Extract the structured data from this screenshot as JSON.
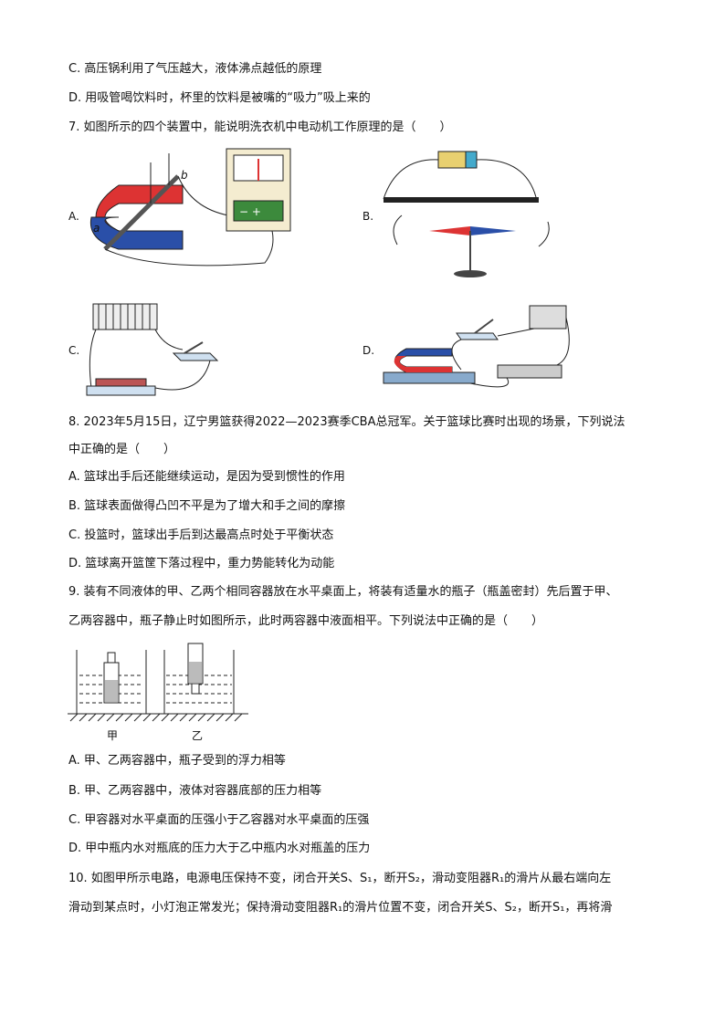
{
  "lines": [
    "C. 高压锅利用了气压越大，液体沸点越低的原理",
    "D. 用吸管喝饮料时，杯里的饮料是被嘴的“吸力”吸上来的",
    "7. 如图所示的四个装置中，能说明洗衣机中电动机工作原理的是（　　）",
    "8. 2023年5月15日，辽宁男篮获得2022—2023赛季CBA总冠军。关于篮球比赛时出现的场景，下列说法",
    "中正确的是（　　）",
    "A. 篮球出手后还能继续运动，是因为受到惯性的作用",
    "B. 篮球表面做得凸凹不平是为了增大和手之间的摩擦",
    "C. 投篮时，篮球出手后到达最高点时处于平衡状态",
    "D. 篮球离开篮筐下落过程中，重力势能转化为动能",
    "9. 装有不同液体的甲、乙两个相同容器放在水平桌面上，将装有适量水的瓶子（瓶盖密封）先后置于甲、",
    "乙两容器中，瓶子静止时如图所示，此时两容器中液面相平。下列说法中正确的是（　　）",
    "A. 甲、乙两容器中，瓶子受到的浮力相等",
    "B. 甲、乙两容器中，液体对容器底部的压力相等",
    "C. 甲容器对水平桌面的压强小于乙容器对水平桌面的压强",
    "D. 甲中瓶内水对瓶底的压力大于乙中瓶内水对瓶盖的压力",
    "10. 如图甲所示电路，电源电压保持不变，闭合开关S、S₁，断开S₂，滑动变阻器R₁的滑片从最右端向左",
    "滑动到某点时，小灯泡正常发光；保持滑动变阻器R₁的滑片位置不变，闭合开关S、S₂，断开S₁，再将滑"
  ],
  "q7": {
    "A": "A.",
    "B": "B.",
    "C": "C.",
    "D": "D.",
    "a": "a",
    "b": "b"
  },
  "q9": {
    "left": "甲",
    "right": "乙"
  }
}
